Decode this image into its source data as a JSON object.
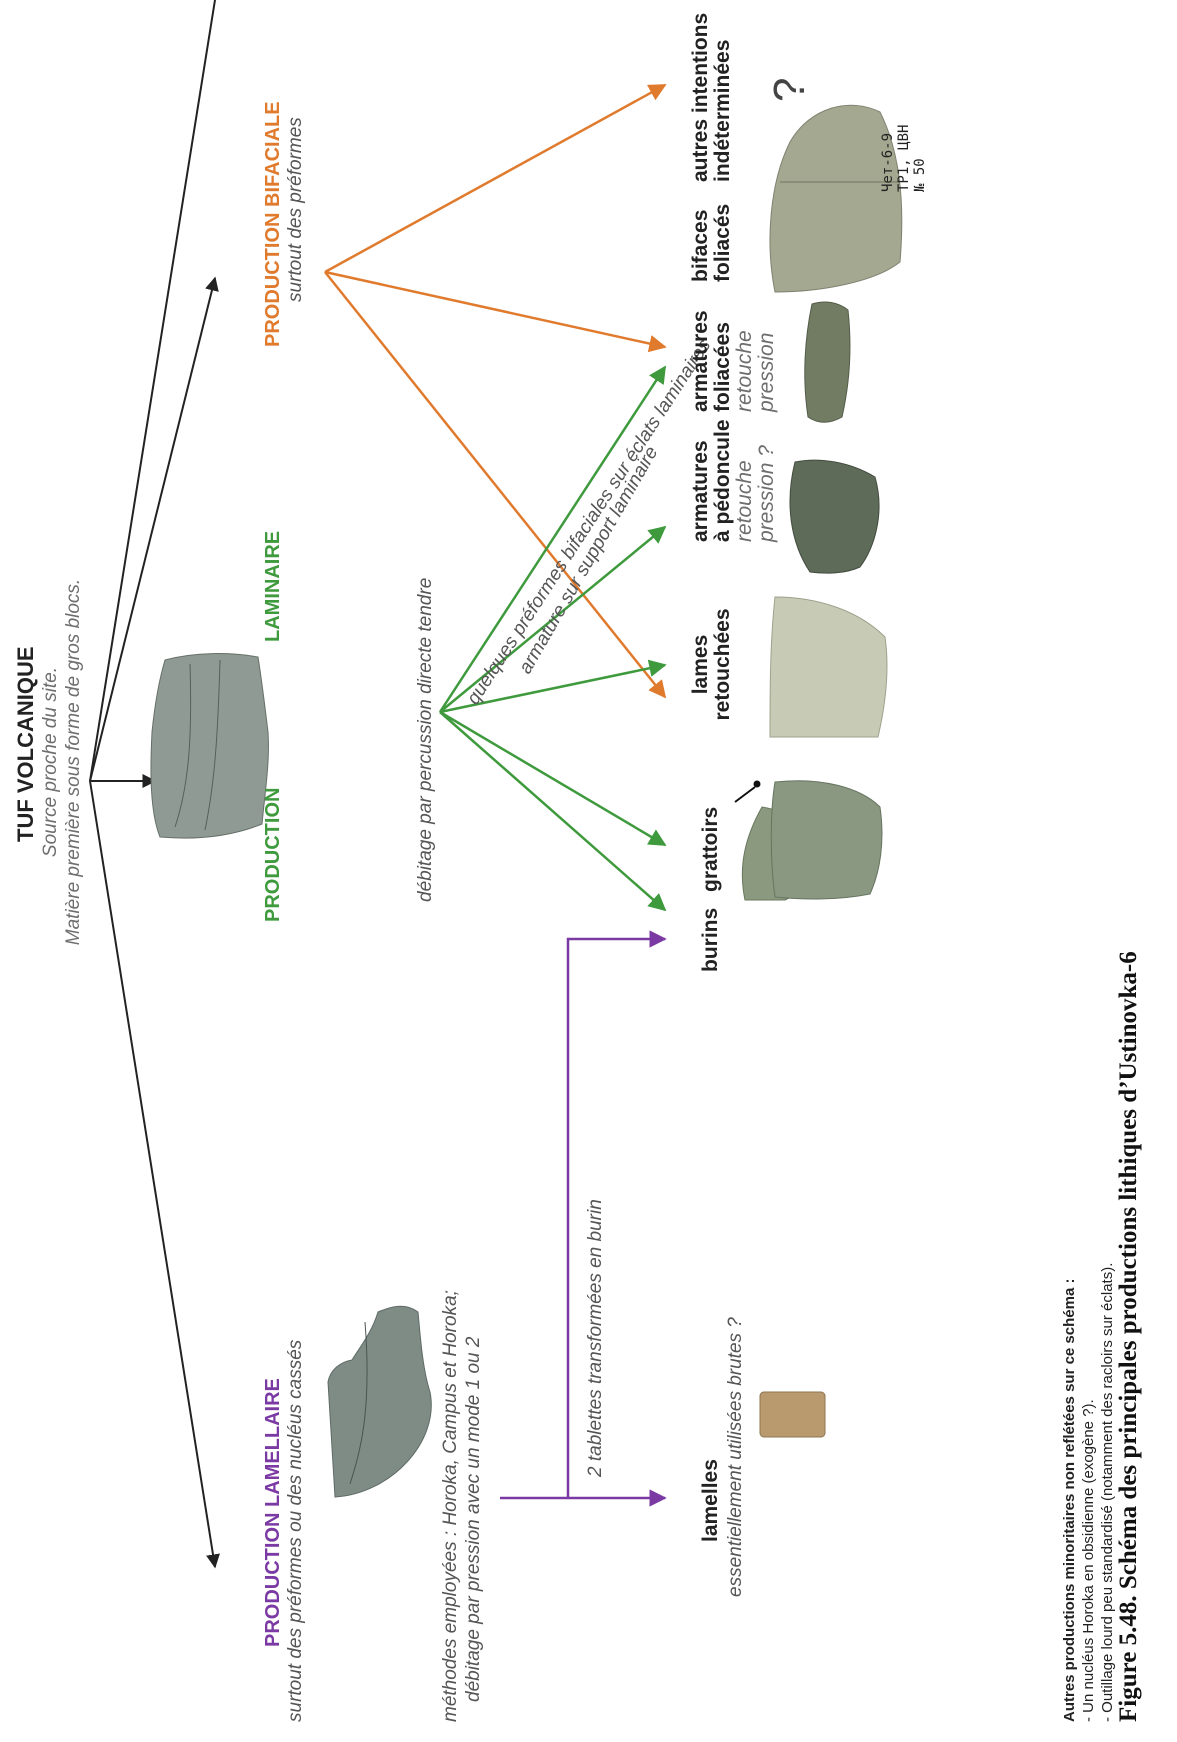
{
  "root": {
    "title": "TUF VOLCANIQUE",
    "subtitle1": "Source proche du site.",
    "subtitle2": "Matière première sous forme de gros blocs."
  },
  "branches": {
    "lamellaire": {
      "word1": "PRODUCTION",
      "word2": "LAMELLAIRE",
      "desc": "surtout des préformes ou des nucléus cassés",
      "method1": "méthodes employées : Horoka, Campus et Horoka;",
      "method2": "débitage par pression avec un mode 1 ou 2"
    },
    "laminaire": {
      "word1": "PRODUCTION",
      "word2": "LAMINAIRE",
      "desc": "débitage par percussion directe tendre"
    },
    "bifaciale": {
      "word1": "PRODUCTION",
      "word2": "BIFACIALE",
      "desc": "surtout des préformes"
    }
  },
  "edge_labels": {
    "tablettes": "2 tablettes transformées en burin",
    "preformes": "quelques préformes bifaciales sur éclats laminaires",
    "armature": "armature sur support laminaire"
  },
  "products": {
    "lamelles": {
      "name": "lamelles",
      "note": "essentiellement utilisées brutes ?"
    },
    "burins": {
      "name": "burins"
    },
    "grattoirs": {
      "name": "grattoirs"
    },
    "lames": {
      "line1": "lames",
      "line2": "retouchées"
    },
    "pedoncule": {
      "line1": "armatures",
      "line2": "à pédoncule",
      "note1": "retouche",
      "note2": "pression ?"
    },
    "foliacees": {
      "line1": "armatures",
      "line2": "foliacées",
      "note1": "retouche",
      "note2": "pression"
    },
    "bifaces": {
      "line1": "bifaces",
      "line2": "foliacés"
    },
    "autres": {
      "line1": "autres intentions",
      "line2": "indéterminées",
      "mark": "?"
    }
  },
  "artifact_label": {
    "line1": "Чет-6-9",
    "line2": "TP1, ЦВН",
    "line3": "№ 50"
  },
  "footnote": {
    "title": "Autres productions minoritaires non reflétées sur ce schéma :",
    "item1": "- Un nucléus Horoka en obsidienne (exogène ?).",
    "item2": "- Outillage lourd peu standardisé (notamment des racloirs sur éclats)."
  },
  "caption": "Figure 5.48. Schéma des principales productions lithiques d’Ustinovka-6",
  "colors": {
    "black": "#222222",
    "orange": "#e07a2d",
    "green": "#3e9a3c",
    "purple": "#7b3aa3"
  }
}
